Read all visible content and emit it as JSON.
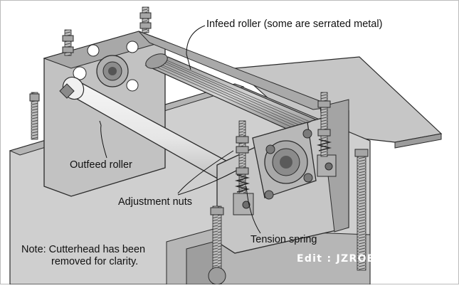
{
  "labels": {
    "infeed": "Infeed roller (some are serrated metal)",
    "outfeed": "Outfeed roller",
    "adjustment": "Adjustment nuts",
    "tension": "Tension spring"
  },
  "note": {
    "line1": "Note: Cutterhead has been",
    "line2": "removed for clarity."
  },
  "watermark": "Edit : JZROBOT",
  "colors": {
    "outline": "#2b2b2b",
    "metal_light": "#d9d9d9",
    "metal_mid": "#bdbdbd",
    "metal_dark": "#8f8f8f",
    "roller": "#ececec"
  }
}
